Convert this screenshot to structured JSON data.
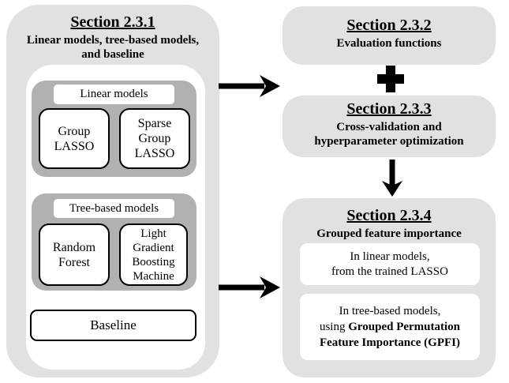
{
  "colors": {
    "panel_gray": "#e1e1e1",
    "group_gray": "#b1b1b1",
    "box_white": "#ffffff",
    "ink_black": "#000000"
  },
  "left_panel": {
    "title": "Section 2.3.1",
    "subtitle": "Linear models, tree-based models,\nand baseline",
    "linear_group": {
      "label": "Linear models",
      "items": [
        "Group\nLASSO",
        "Sparse\nGroup\nLASSO"
      ]
    },
    "tree_group": {
      "label": "Tree-based models",
      "items": [
        "Random\nForest",
        "Light\nGradient\nBoosting\nMachine"
      ]
    },
    "baseline_label": "Baseline"
  },
  "right_panel": {
    "section_232": {
      "title": "Section 2.3.2",
      "subtitle": "Evaluation functions"
    },
    "section_233": {
      "title": "Section 2.3.3",
      "subtitle": "Cross-validation and\nhyperparameter optimization"
    },
    "section_234": {
      "title": "Section 2.3.4",
      "subtitle": "Grouped feature importance",
      "linear_note": "In linear models,\nfrom the trained LASSO",
      "tree_note_line1": "In tree-based models,",
      "tree_note_prefix": "using ",
      "tree_note_bold": "Grouped Permutation\nFeature Importance (GPFI)"
    }
  }
}
